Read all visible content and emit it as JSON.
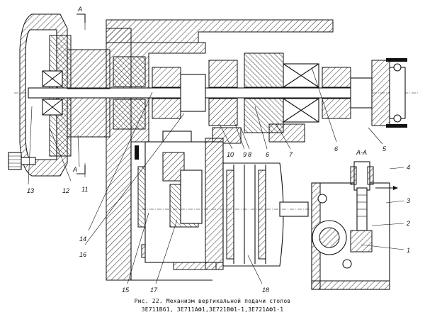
{
  "callouts": {
    "c1": "1",
    "c2": "2",
    "c3": "3",
    "c4": "4",
    "c5": "5",
    "c6a": "6",
    "c6b": "6",
    "c7": "7",
    "c8": "8",
    "c9": "9",
    "c10": "10",
    "c11": "11",
    "c12": "12",
    "c13": "13",
    "c14": "14",
    "c15": "15",
    "c16": "16",
    "c17": "17",
    "c18": "18"
  },
  "section_marks": {
    "top": "А",
    "bottom": "А",
    "section_title": "А-А"
  },
  "caption": {
    "line1": "Рис. 22. Механизм вертикальной подачи столов",
    "line2": "3Е711В61, 3Е711АФ1,3Е721ВФ1-1,3Е721АФ1-1"
  }
}
